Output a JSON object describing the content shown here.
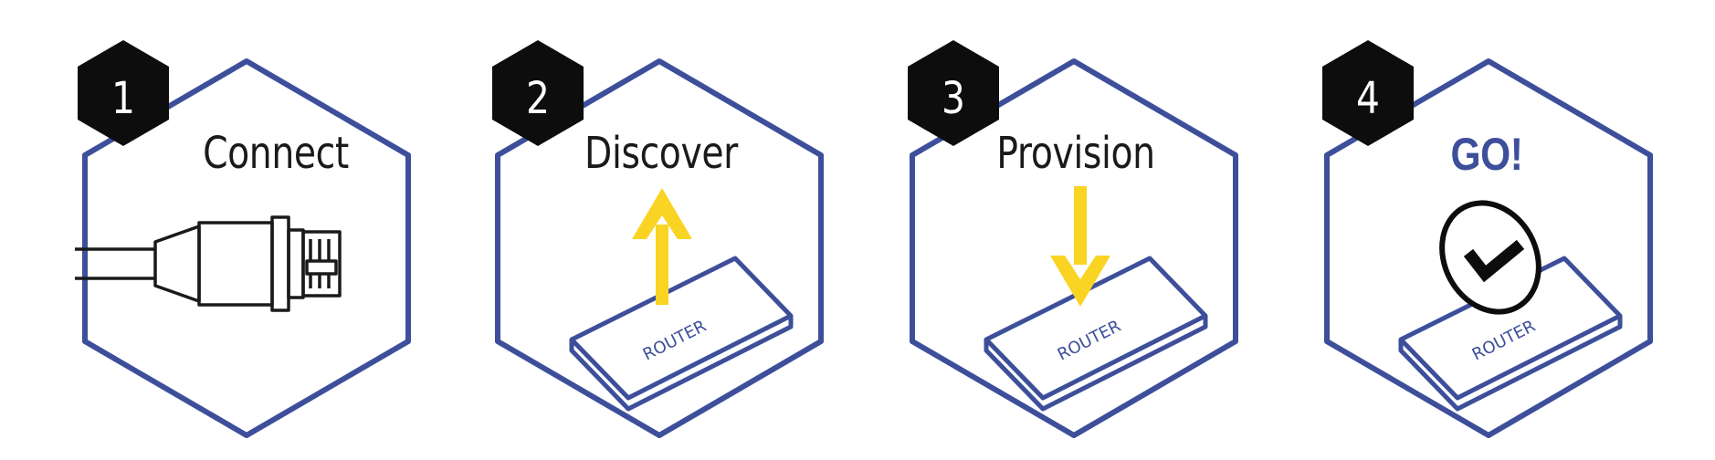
{
  "steps": [
    {
      "number": "1",
      "title": "Connect",
      "icon": "ethernet-plug-icon"
    },
    {
      "number": "2",
      "title": "Discover",
      "icon": "router-up-arrow-icon",
      "device_label": "ROUTER"
    },
    {
      "number": "3",
      "title": "Provision",
      "icon": "router-down-arrow-icon",
      "device_label": "ROUTER"
    },
    {
      "number": "4",
      "title": "GO!",
      "icon": "router-checkmark-icon",
      "device_label": "ROUTER"
    }
  ],
  "colors": {
    "hexagon_outline": "#3d4f9a",
    "badge_fill": "#0d0d0d",
    "arrow": "#f9d423",
    "go_text": "#3d4f9a",
    "title_text": "#1a1a1a"
  }
}
